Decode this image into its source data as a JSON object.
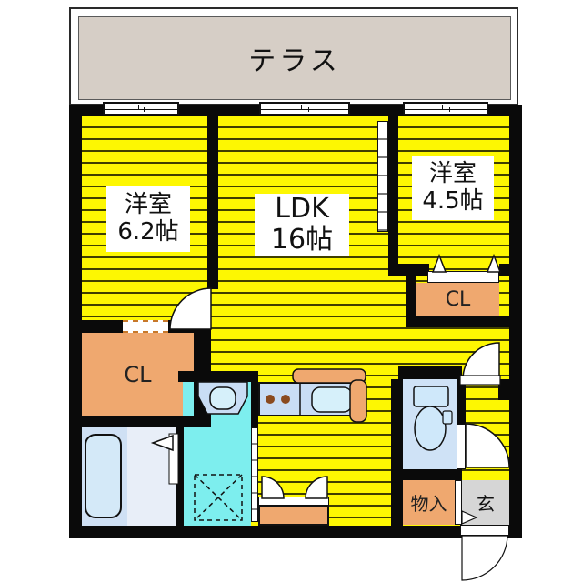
{
  "floorplan": {
    "terrace": {
      "label": "テラス"
    },
    "rooms": {
      "western1": {
        "name": "洋室",
        "size": "6.2帖"
      },
      "ldk": {
        "name": "LDK",
        "size": "16帖"
      },
      "western2": {
        "name": "洋室",
        "size": "4.5帖"
      },
      "closet_left": {
        "label": "CL"
      },
      "closet_right": {
        "label": "CL"
      },
      "storage": {
        "label": "物入"
      },
      "entrance": {
        "label": "玄"
      }
    },
    "fixtures": [
      "bathtub",
      "washbasin-vanity",
      "washing-machine-pan",
      "toilet",
      "kitchen-stove-burners",
      "kitchen-sink",
      "kitchen-counter",
      "sliding-window",
      "sliding-door",
      "hinged-door-arc",
      "closet-double-doors",
      "entrance-door-arc"
    ],
    "colors": {
      "room_yellow": "#fdf702",
      "stripe": "#3f3f00",
      "closet_orange": "#efa86f",
      "terrace_beige": "#d6cec6",
      "washroom_cyan": "#7deeee",
      "sanitary_blue": "#cfe2f6",
      "entrance_gray": "#d6d6d6",
      "wall_black": "#0a0a0a"
    }
  }
}
